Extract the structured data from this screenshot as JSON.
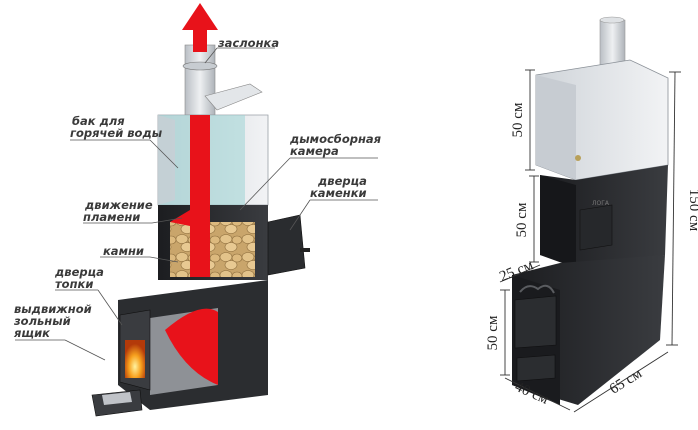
{
  "labels": {
    "damper": "заслонка",
    "hot_water_tank_l1": "бак для",
    "hot_water_tank_l2": "горячей воды",
    "smoke_chamber_l1": "дымосборная",
    "smoke_chamber_l2": "камера",
    "heater_door_l1": "дверца",
    "heater_door_l2": "каменки",
    "flame_motion_l1": "движение",
    "flame_motion_l2": "пламени",
    "stones": "камни",
    "firebox_door_l1": "дверца",
    "firebox_door_l2": "топки",
    "ash_drawer_l1": "выдвижной",
    "ash_drawer_l2": "зольный",
    "ash_drawer_l3": "ящик"
  },
  "dimensions": {
    "tank_height": "50 см",
    "heater_height": "50 см",
    "step_depth": "25 см",
    "firebox_height": "50 см",
    "width": "40 см",
    "depth": "65 см",
    "total_height": "150 см"
  },
  "colors": {
    "flue_red": "#e8121a",
    "steel_dark": "#2b2d30",
    "steel_light": "#c9ccd0",
    "stone": "#d9b57c",
    "flame": "#f39a1d"
  }
}
